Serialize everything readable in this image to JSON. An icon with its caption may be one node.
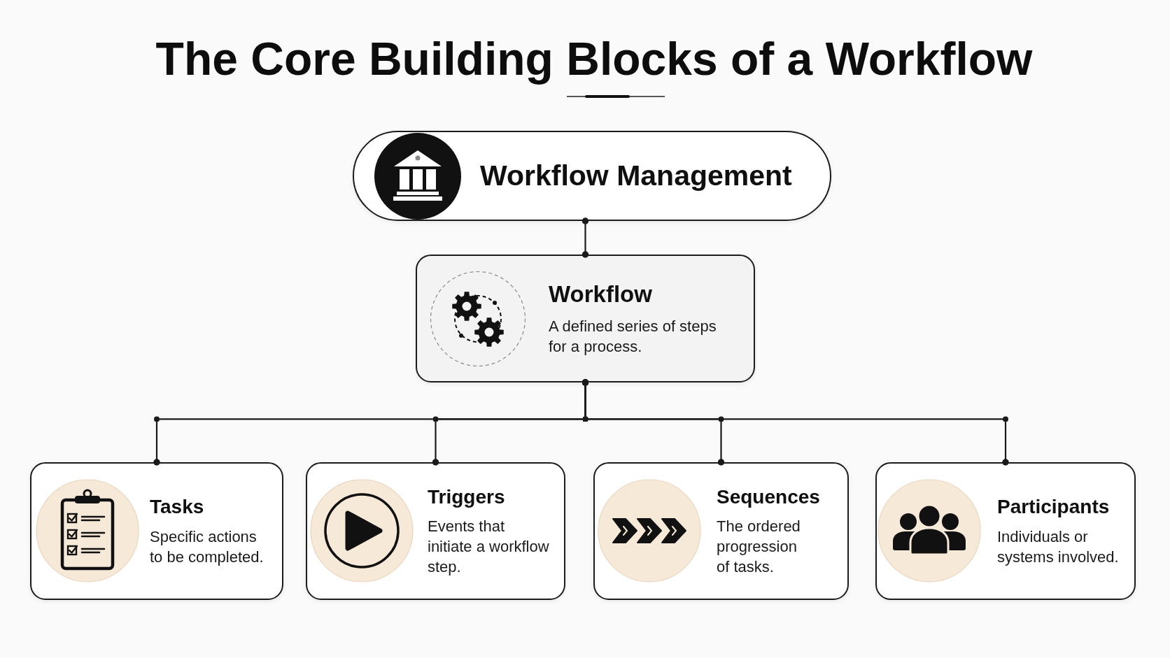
{
  "diagram": {
    "title": "The Core Building Blocks of a Workflow",
    "nodes": [
      {
        "text": [
          "Workflow Management"
        ]
      },
      {
        "text": [
          "Workflow",
          "A defined series of steps for a process."
        ]
      },
      {
        "text": [
          "Tasks",
          "Specific actions to be completed."
        ]
      },
      {
        "text": [
          "Triggers",
          "Events that initiate a workflow step."
        ]
      },
      {
        "text": [
          "Sequences",
          "The ordered progression of tasks."
        ]
      },
      {
        "text": [
          "Participants",
          "Individuals or systems involved."
        ]
      }
    ],
    "edges": [
      {
        "from": 0,
        "to": 1,
        "arrow": "other"
      },
      {
        "from": 1,
        "to": 2,
        "arrow": "other"
      },
      {
        "from": 1,
        "to": 3,
        "arrow": "other"
      },
      {
        "from": 1,
        "to": 4,
        "arrow": "other"
      },
      {
        "from": 1,
        "to": 5,
        "arrow": "other"
      }
    ]
  }
}
